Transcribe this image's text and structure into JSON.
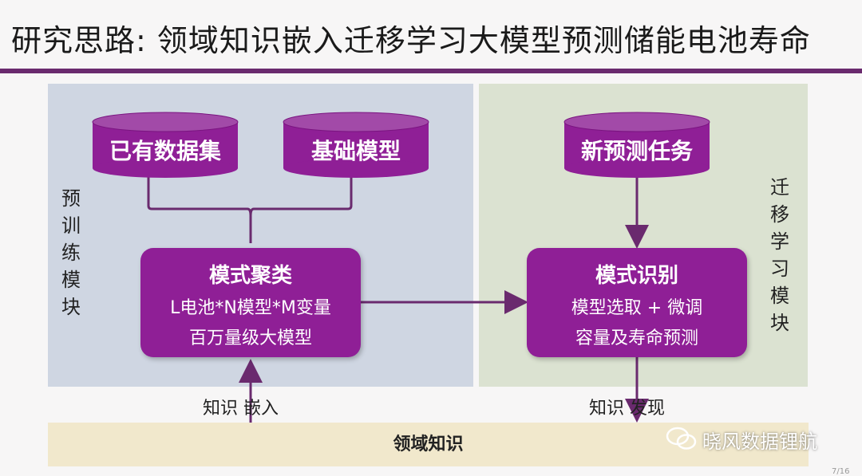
{
  "title": "研究思路: 领域知识嵌入迁移学习大模型预测储能电池寿命",
  "left_label": "预训练模块",
  "right_label": "迁移学习模块",
  "cylinders": {
    "dataset": "已有数据集",
    "base_model": "基础模型",
    "new_task": "新预测任务"
  },
  "pattern_cluster": {
    "heading": "模式聚类",
    "line1": "L电池*N模型*M变量",
    "line2": "百万量级大模型"
  },
  "pattern_recognize": {
    "heading": "模式识别",
    "line1": "模型选取 + 微调",
    "line2": "容量及寿命预测"
  },
  "edges": {
    "knowledge_embed": "知识  嵌入",
    "knowledge_discover": "知识  发现"
  },
  "domain_knowledge": "领域知识",
  "watermark": "晓风数据锂航",
  "page_number": "7/16",
  "colors": {
    "accent": "#8f1f96",
    "title_bar": "#6a2a6e",
    "left_panel": "#cfd6e2",
    "right_panel": "#dbe2d1",
    "bottom_band": "#f1e8cc"
  }
}
